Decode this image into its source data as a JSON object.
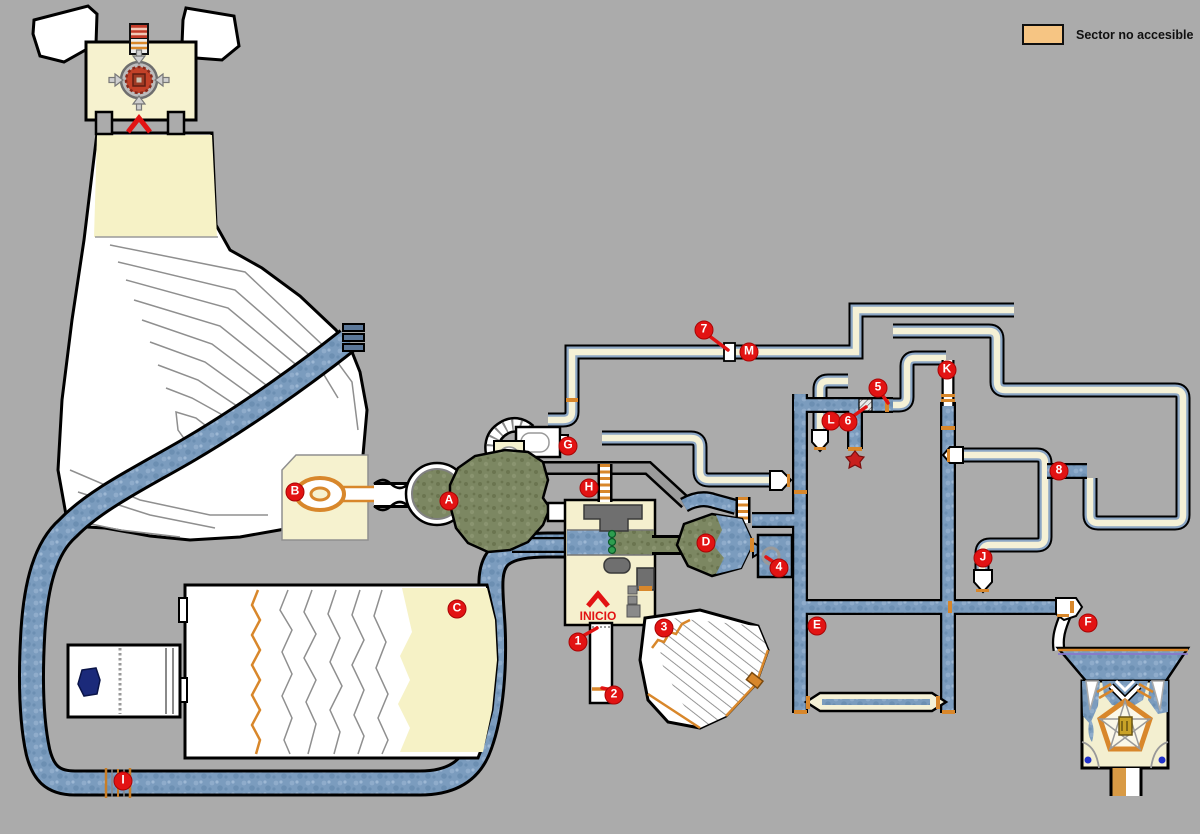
{
  "legend": {
    "label": "Sector no accesible",
    "swatch_color": "#F6C583"
  },
  "map": {
    "start_label": "INICIO",
    "markers": {
      "A": "A",
      "B": "B",
      "C": "C",
      "D": "D",
      "E": "E",
      "F": "F",
      "G": "G",
      "H": "H",
      "I": "I",
      "J": "J",
      "K": "K",
      "L": "L",
      "M": "M",
      "n1": "1",
      "n2": "2",
      "n3": "3",
      "n4": "4",
      "n5": "5",
      "n6": "6",
      "n7": "7",
      "n8": "8"
    },
    "colors": {
      "background": "#ABABAB",
      "marker_red": "#E21313",
      "water_blue": "#7B9CBE",
      "sector_cream": "#F5F1D2",
      "accessible_white": "#FFFFFF",
      "vegetation_green": "#7C8762",
      "door_orange": "#D8872B"
    }
  }
}
